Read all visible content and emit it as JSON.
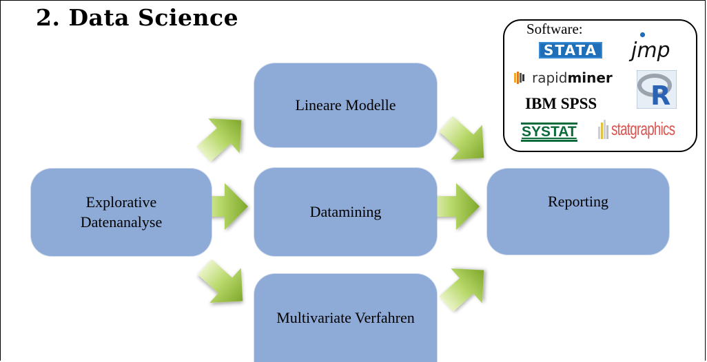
{
  "slide": {
    "title": "2. Data Science"
  },
  "diagram": {
    "nodes": {
      "explorative": [
        "Explorative",
        "Datenanalyse"
      ],
      "lineare": "Lineare Modelle",
      "datamining": "Datamining",
      "multivariate": "Multivariate Verfahren",
      "reporting": "Reporting"
    },
    "colors": {
      "box_fill": "#8eabd7",
      "arrow_light": "#d4e7a0",
      "arrow_dark": "#7fa82b"
    }
  },
  "software": {
    "label": "Software:",
    "logos": {
      "stata": "STATA",
      "jmp": "jmp",
      "rapidminer_prefix": "rapid",
      "rapidminer_suffix": "miner",
      "r": "R",
      "spss": "IBM SPSS",
      "systat": "SYSTAT",
      "statgraphics": "statgraphics"
    }
  }
}
